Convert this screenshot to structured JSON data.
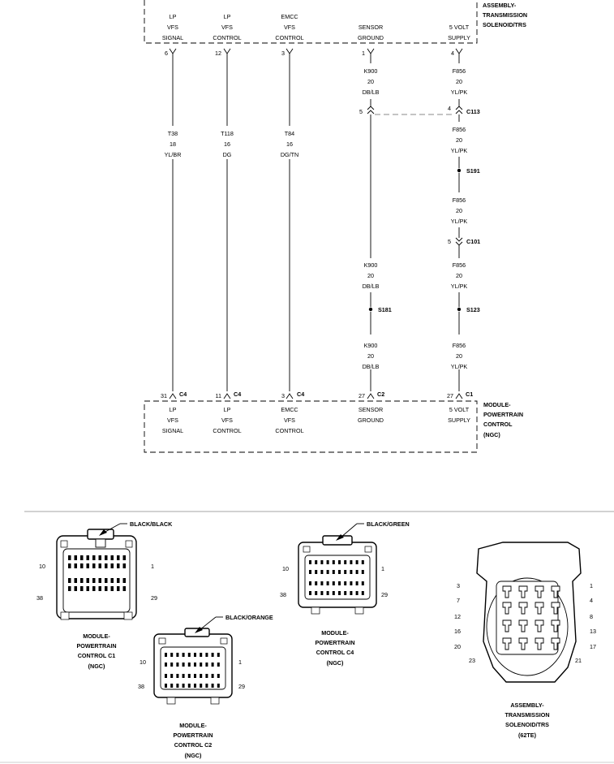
{
  "top_component": [
    "ASSEMBLY-",
    "TRANSMISSION",
    "SOLENOID/TRS"
  ],
  "bottom_component": [
    "MODULE-",
    "POWERTRAIN",
    "CONTROL",
    "(NGC)"
  ],
  "circuits": [
    {
      "top_label": [
        "LP",
        "VFS",
        "SIGNAL"
      ],
      "top_pin": "6",
      "segments": [
        [
          "T38",
          "18",
          "YL/BR"
        ]
      ],
      "bottom_pin": "31",
      "bottom_conn": "C4",
      "bottom_label": [
        "LP",
        "VFS",
        "SIGNAL"
      ]
    },
    {
      "top_label": [
        "LP",
        "VFS",
        "CONTROL"
      ],
      "top_pin": "12",
      "segments": [
        [
          "T118",
          "16",
          "DG"
        ]
      ],
      "bottom_pin": "11",
      "bottom_conn": "C4",
      "bottom_label": [
        "LP",
        "VFS",
        "CONTROL"
      ]
    },
    {
      "top_label": [
        "EMCC",
        "VFS",
        "CONTROL"
      ],
      "top_pin": "3",
      "segments": [
        [
          "T84",
          "16",
          "DG/TN"
        ]
      ],
      "bottom_pin": "3",
      "bottom_conn": "C4",
      "bottom_label": [
        "EMCC",
        "VFS",
        "CONTROL"
      ]
    },
    {
      "top_label": [
        "SENSOR",
        "GROUND"
      ],
      "top_pin": "1",
      "segments": [
        [
          "K900",
          "20",
          "DB/LB"
        ],
        [
          "K900",
          "20",
          "DB/LB"
        ],
        [
          "K900",
          "20",
          "DB/LB"
        ]
      ],
      "inline": [
        {
          "pin": "5",
          "name": ""
        },
        {
          "name": "S181"
        }
      ],
      "bottom_pin": "27",
      "bottom_conn": "C2",
      "bottom_label": [
        "SENSOR",
        "GROUND"
      ]
    },
    {
      "top_label": [
        "5 VOLT",
        "SUPPLY"
      ],
      "top_pin": "4",
      "segments": [
        [
          "F856",
          "20",
          "YL/PK"
        ],
        [
          "F856",
          "20",
          "YL/PK"
        ],
        [
          "F856",
          "20",
          "YL/PK"
        ],
        [
          "F856",
          "20",
          "YL/PK"
        ],
        [
          "F856",
          "20",
          "YL/PK"
        ]
      ],
      "inline": [
        {
          "pin": "4",
          "name": "C113"
        },
        {
          "name": "S191"
        },
        {
          "pin": "5",
          "name": "C101"
        },
        {
          "name": "S123"
        }
      ],
      "bottom_pin": "27",
      "bottom_conn": "C1",
      "bottom_label": [
        "5 VOLT",
        "SUPPLY"
      ]
    }
  ],
  "connector_views": [
    {
      "title": [
        "MODULE-",
        "POWERTRAIN",
        "CONTROL C1",
        "(NGC)"
      ],
      "color": "BLACK/BLACK",
      "pins": {
        "tl": "10",
        "tr": "1",
        "bl": "38",
        "br": "29"
      }
    },
    {
      "title": [
        "MODULE-",
        "POWERTRAIN",
        "CONTROL C2",
        "(NGC)"
      ],
      "color": "BLACK/ORANGE",
      "pins": {
        "tl": "10",
        "tr": "1",
        "bl": "38",
        "br": "29"
      }
    },
    {
      "title": [
        "MODULE-",
        "POWERTRAIN",
        "CONTROL C4",
        "(NGC)"
      ],
      "color": "BLACK/GREEN",
      "pins": {
        "tl": "10",
        "tr": "1",
        "bl": "38",
        "br": "29"
      }
    },
    {
      "title": [
        "ASSEMBLY-",
        "TRANSMISSION",
        "SOLENOID/TRS",
        "(62TE)"
      ],
      "color": "",
      "pins_left": [
        "3",
        "7",
        "12",
        "16",
        "20",
        "23"
      ],
      "pins_right": [
        "1",
        "4",
        "8",
        "13",
        "17",
        "21"
      ]
    }
  ]
}
